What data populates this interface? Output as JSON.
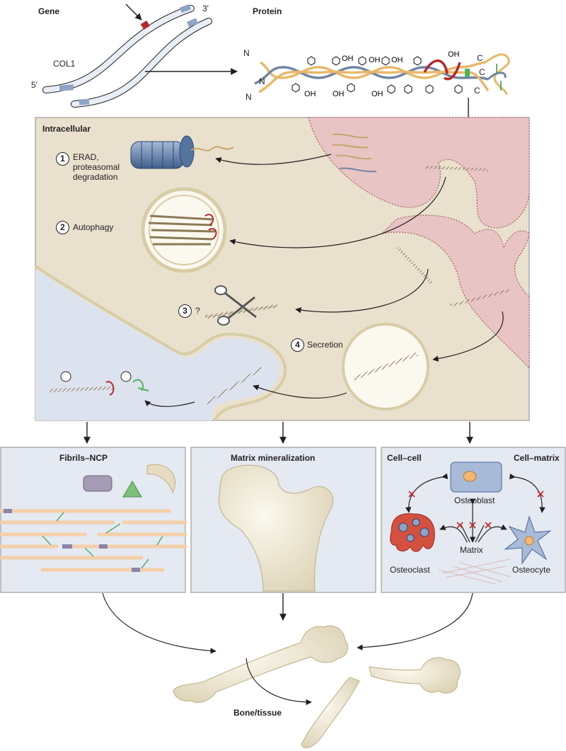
{
  "top": {
    "gene_label": "Gene",
    "protein_label": "Protein",
    "gene_name": "COL1",
    "five_prime": "5'",
    "three_prime": "3'",
    "n_terminus": "N",
    "c_terminus": "C",
    "hydroxyl": "OH"
  },
  "intracellular": {
    "title": "Intracellular",
    "pathways": [
      {
        "number": "1",
        "label_line1": "ERAD,",
        "label_line2": "proteasomal",
        "label_line3": "degradation"
      },
      {
        "number": "2",
        "label_line1": "Autophagy"
      },
      {
        "number": "3",
        "label_line1": "?"
      },
      {
        "number": "4",
        "label_line1": "Secretion"
      }
    ]
  },
  "panels": {
    "fibrils": {
      "title": "Fibrils–NCP"
    },
    "mineralization": {
      "title": "Matrix mineralization"
    },
    "cells": {
      "cell_cell": "Cell–cell",
      "cell_matrix": "Cell–matrix",
      "osteoblast": "Osteoblast",
      "osteoclast": "Osteoclast",
      "osteocyte": "Osteocyte",
      "matrix": "Matrix"
    }
  },
  "bottom": {
    "label": "Bone/tissue"
  },
  "colors": {
    "er": "#e8c4c4",
    "cell_bg": "#e9e1cd",
    "extracellular": "#dde3ee",
    "panel_bg": "#e4e9f2",
    "mutation": "#b22a2a",
    "chain_gold": "#e9b868",
    "chain_blue": "#6f86a6"
  }
}
